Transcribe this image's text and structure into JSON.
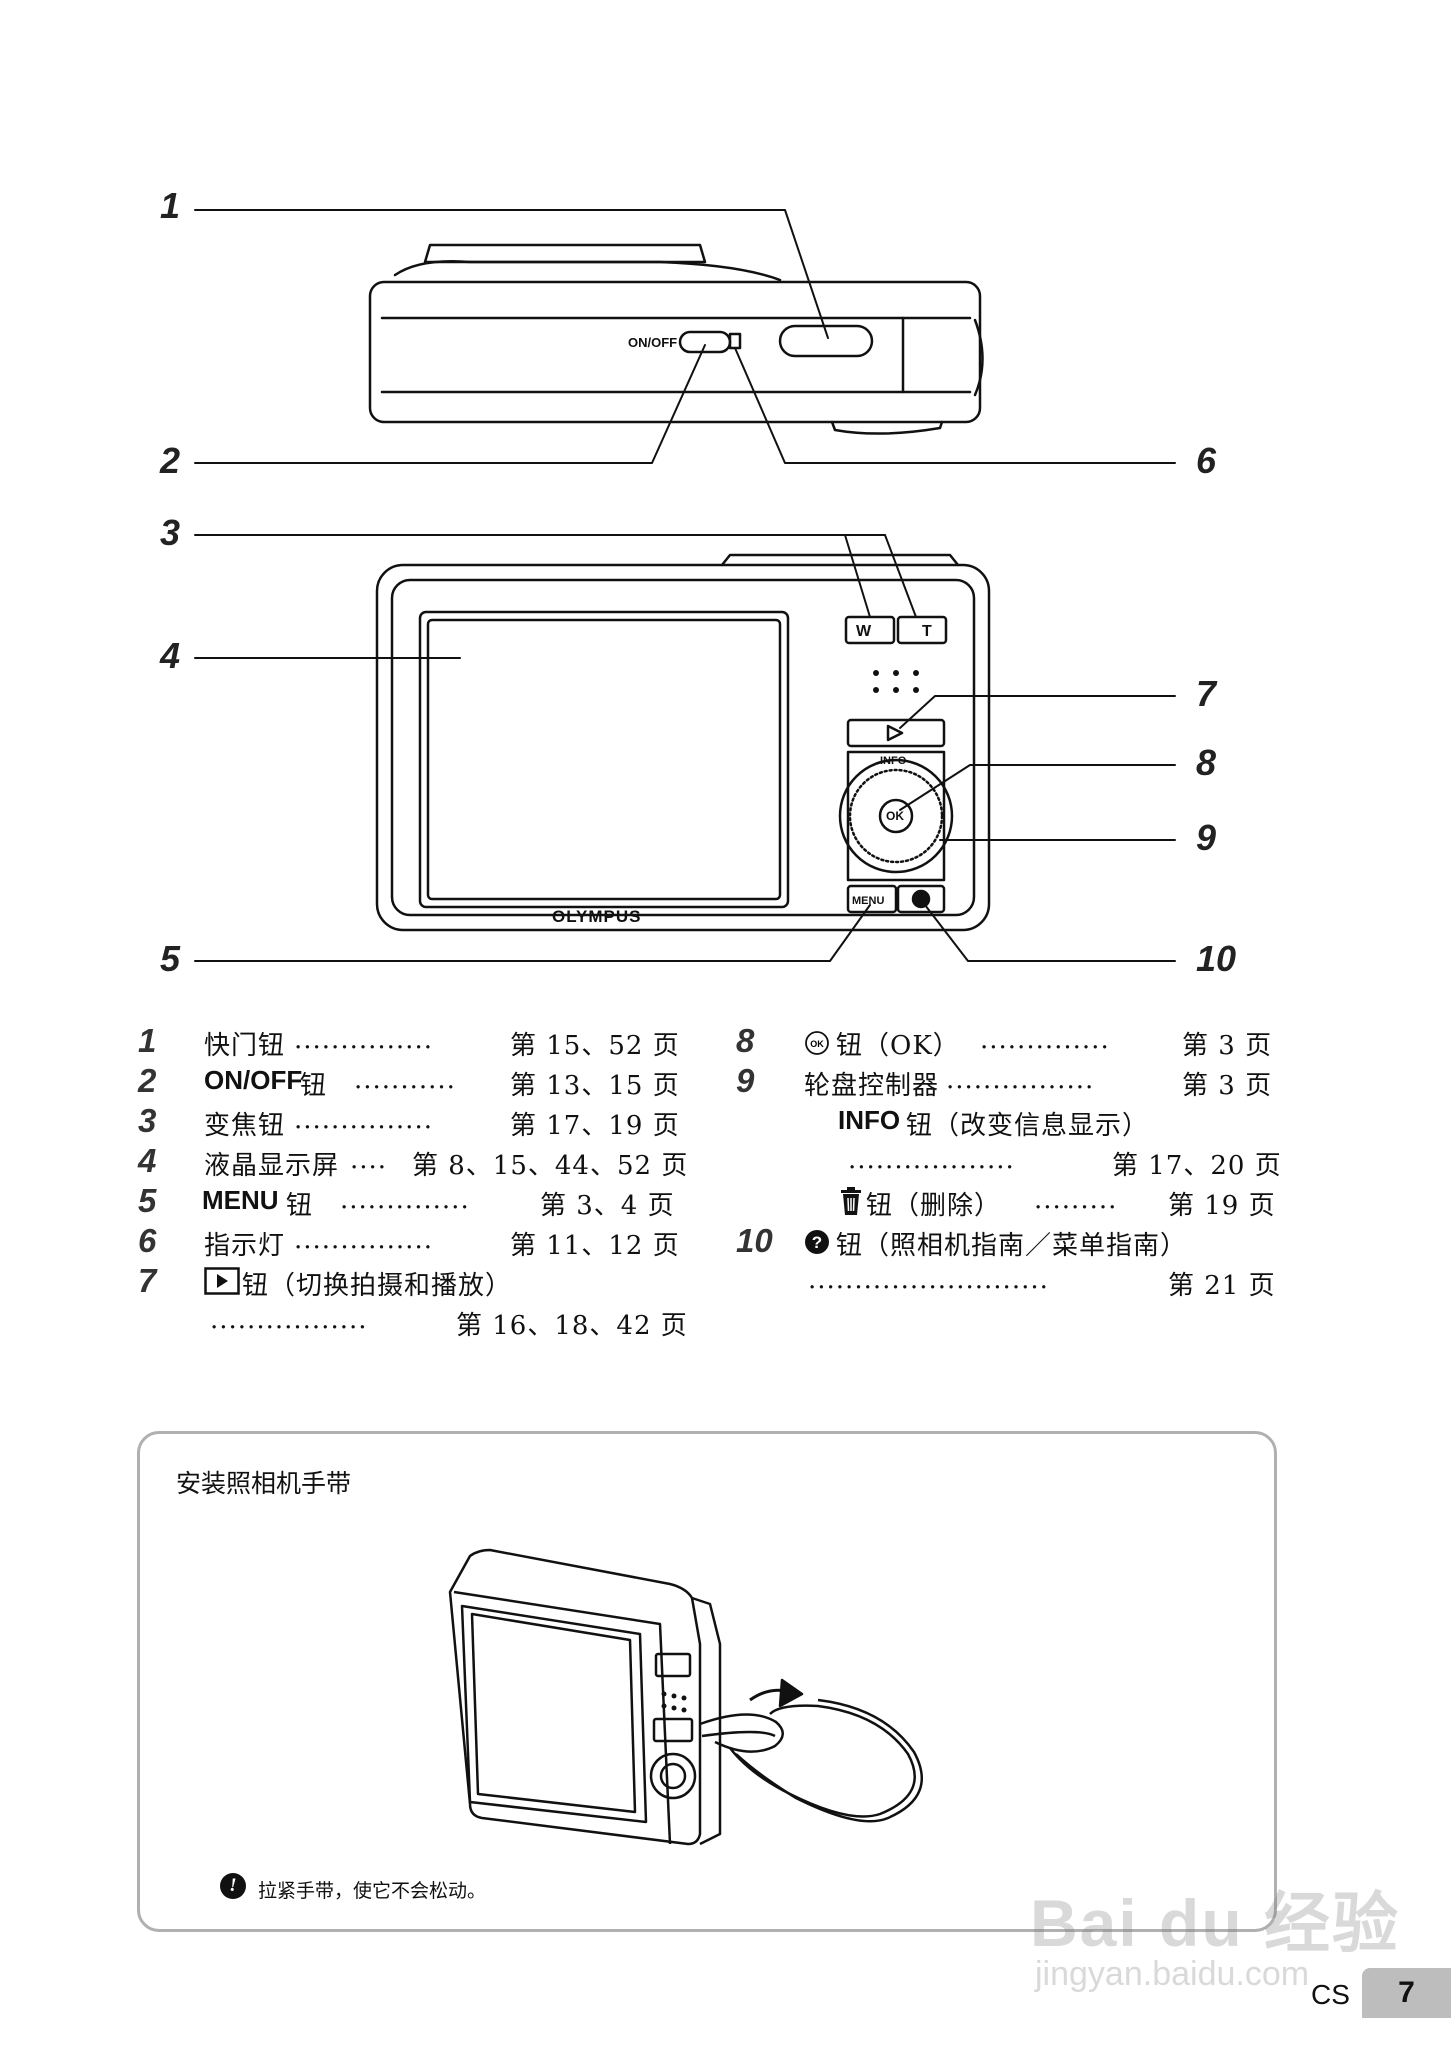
{
  "callouts": {
    "top_view": [
      "1",
      "2",
      "6"
    ],
    "back_view": [
      "3",
      "4",
      "7",
      "8",
      "9",
      "5",
      "10"
    ]
  },
  "camera_labels": {
    "onoff": "ON/OFF",
    "zoom_w": "W",
    "zoom_t": "T",
    "info": "INFO",
    "ok": "OK",
    "menu": "MENU",
    "brand": "OLYMPUS"
  },
  "legend_left": [
    {
      "num": "1",
      "text": "快门钮",
      "dots": "...............",
      "page": "第 15、52 页"
    },
    {
      "num": "2",
      "bold": "ON/OFF",
      "text": " 钮",
      "dots": "...........",
      "page": "第 13、15 页"
    },
    {
      "num": "3",
      "text": "变焦钮",
      "dots": "...............",
      "page": "第 17、19 页"
    },
    {
      "num": "4",
      "text": "液晶显示屏",
      "dots": "....",
      "page": "第 8、15、44、52 页"
    },
    {
      "num": "5",
      "bold": "MENU",
      "text": " 钮",
      "dots": "..............",
      "page": "第 3、4 页"
    },
    {
      "num": "6",
      "text": "指示灯",
      "dots": "...............",
      "page": "第 11、12 页"
    },
    {
      "num": "7",
      "icon": "play-icon",
      "text": " 钮（切换拍摄和播放）",
      "dots": "",
      "page": ""
    },
    {
      "num": "",
      "text": "",
      "dots": ".................",
      "page": "第 16、18、42 页"
    }
  ],
  "legend_right": [
    {
      "num": "8",
      "icon": "ok-icon",
      "text": " 钮（OK）",
      "dots": "..............",
      "page": "第 3 页"
    },
    {
      "num": "9",
      "text": "轮盘控制器",
      "dots": "................",
      "page": "第 3 页"
    },
    {
      "num": "",
      "bold": "INFO",
      "text": " 钮（改变信息显示）",
      "dots": "",
      "page": ""
    },
    {
      "num": "",
      "text": "",
      "dots": "..................",
      "page": "第 17、20 页"
    },
    {
      "num": "",
      "icon": "trash-icon",
      "text": " 钮（删除）",
      "dots": ".........",
      "page": "第 19 页"
    },
    {
      "num": "10",
      "icon": "help-icon",
      "text": " 钮（照相机指南／菜单指南）",
      "dots": "",
      "page": ""
    },
    {
      "num": "",
      "text": "",
      "dots": "..........................",
      "page": "第 21 页"
    }
  ],
  "strap_box": {
    "title": "安装照相机手带",
    "note_icon": "!",
    "note": "拉紧手带，使它不会松动。"
  },
  "footer": {
    "lang": "CS",
    "page": "7"
  },
  "watermark": {
    "line1": "Bai du 经验",
    "line2": "jingyan.baidu.com"
  }
}
